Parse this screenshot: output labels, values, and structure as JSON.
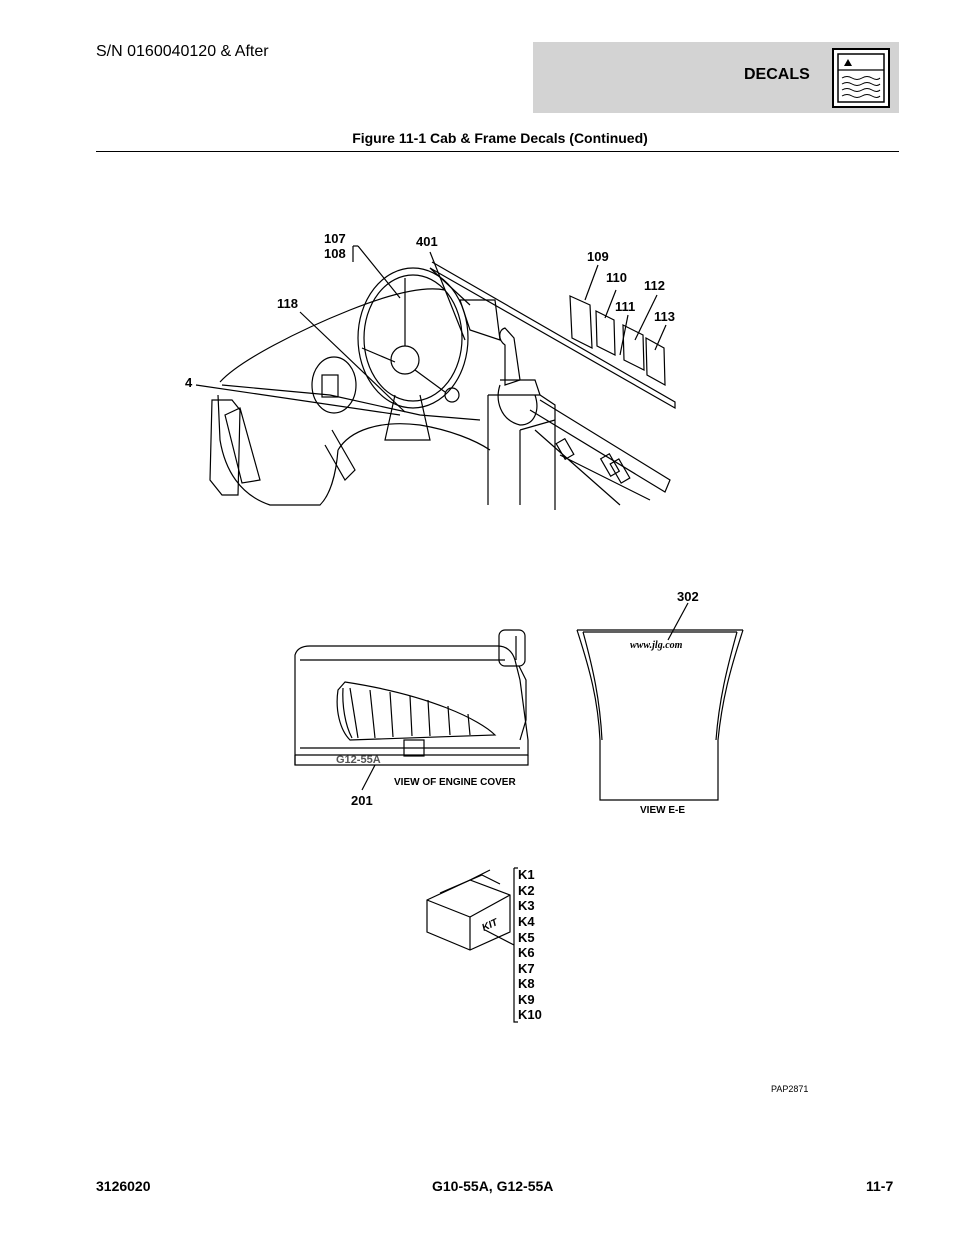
{
  "header": {
    "serial": "S/N 0160040120 & After",
    "section": "DECALS"
  },
  "figure": {
    "title": "Figure 11-1 Cab & Frame Decals (Continued)",
    "callouts": {
      "c107": "107",
      "c108": "108",
      "c401": "401",
      "c109": "109",
      "c110": "110",
      "c112": "112",
      "c111": "111",
      "c113": "113",
      "c118": "118",
      "c4": "4",
      "c302": "302",
      "c201": "201"
    },
    "engine_cover_view": "VIEW OF ENGINE COVER",
    "view_ee": "VIEW E-E",
    "cover_decal_text": "G12-55A",
    "url_decal_text": "www.jlg.com",
    "kit_label": "KIT",
    "kit_items": [
      "K1",
      "K2",
      "K3",
      "K4",
      "K5",
      "K6",
      "K7",
      "K8",
      "K9",
      "K10"
    ],
    "figure_id": "PAP2871"
  },
  "footer": {
    "doc_number": "3126020",
    "models": "G10-55A, G12-55A",
    "page": "11-7"
  }
}
